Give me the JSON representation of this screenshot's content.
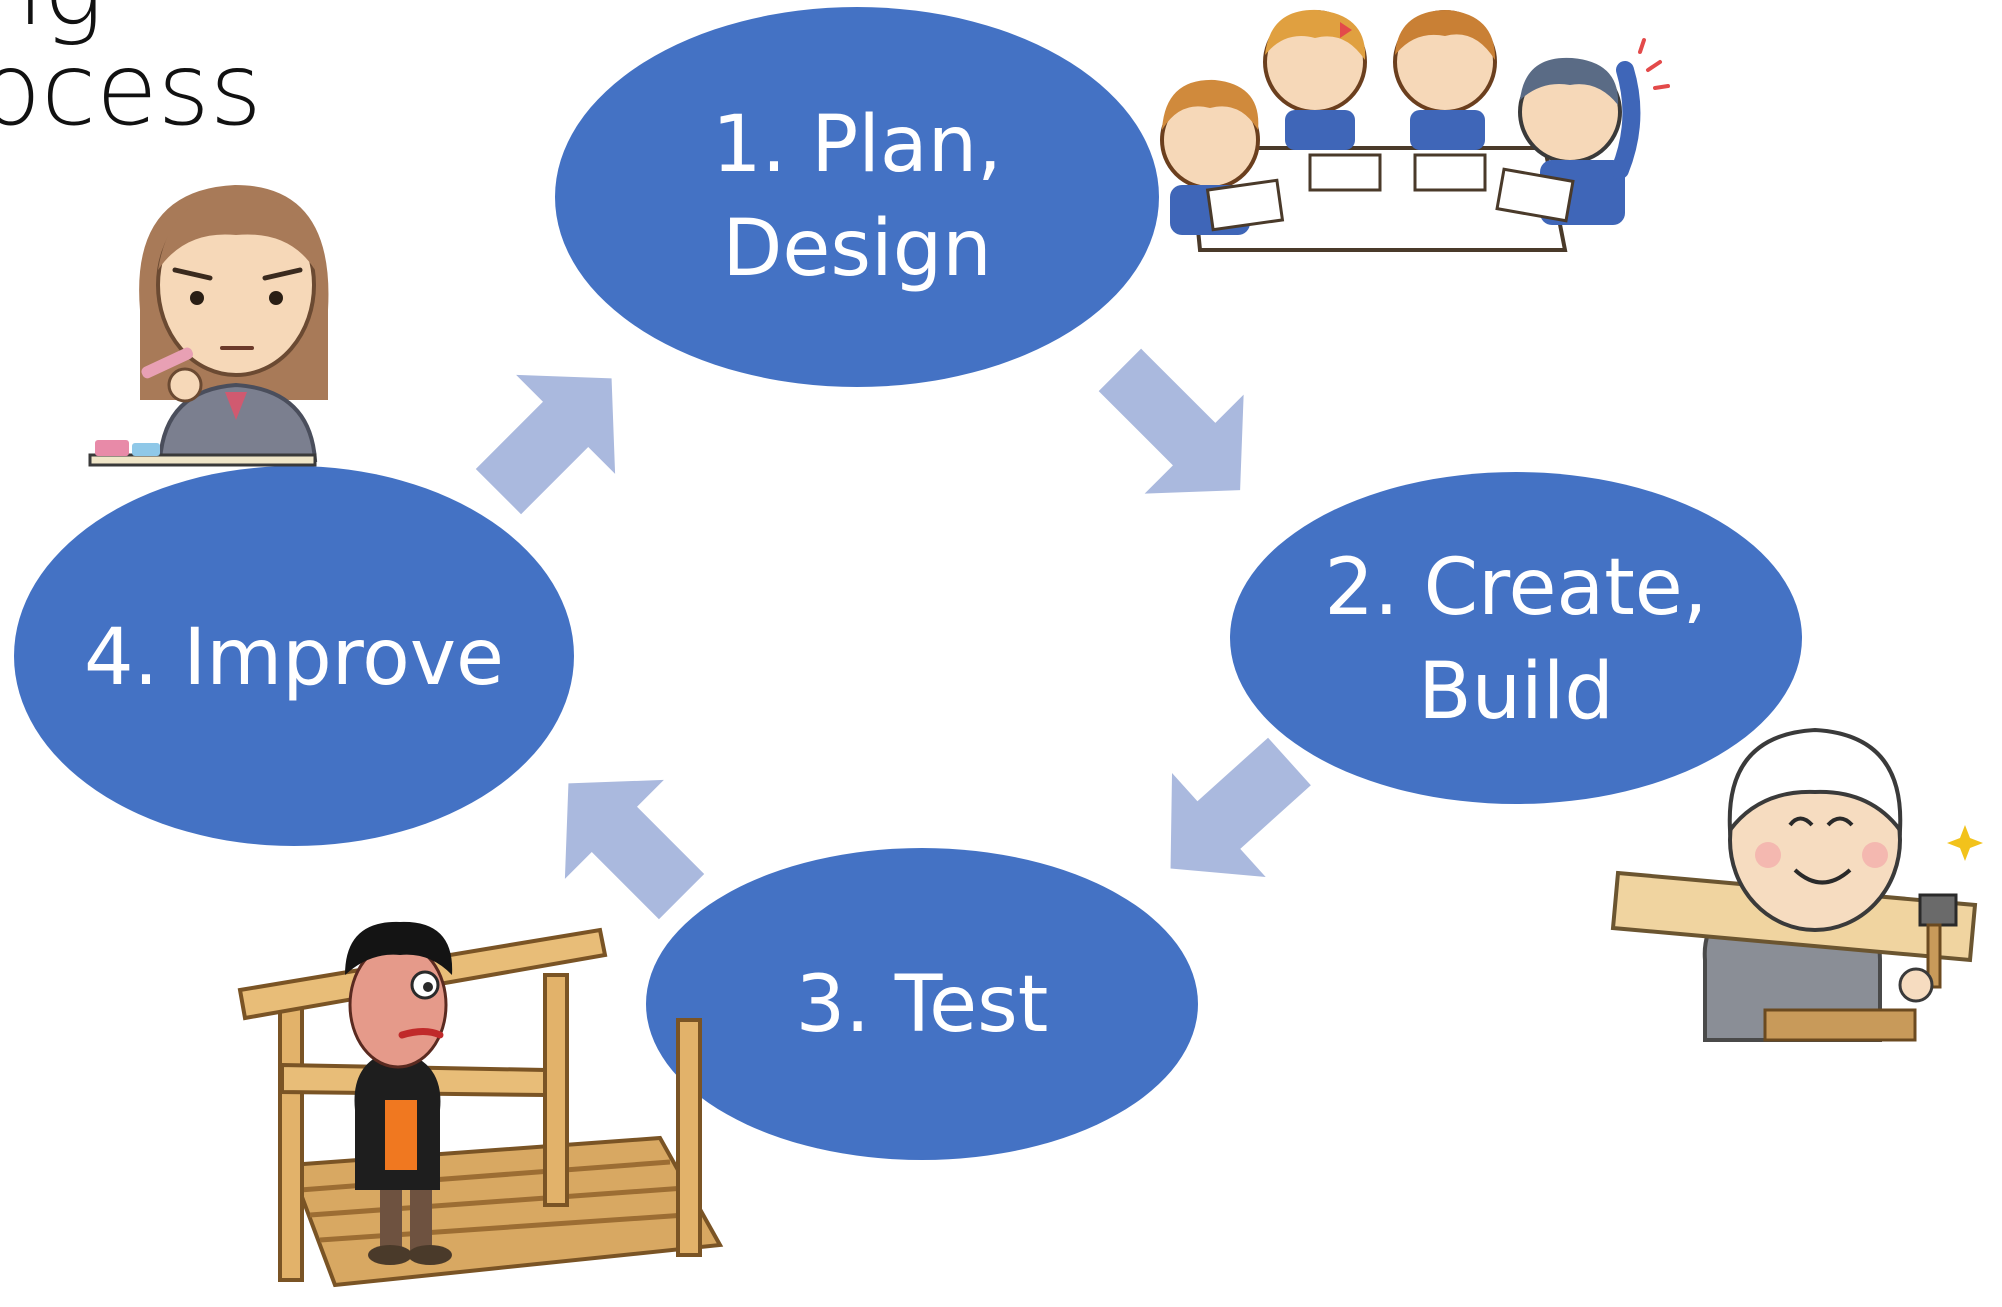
{
  "slide": {
    "title_lines": [
      "ng",
      "ocess"
    ]
  },
  "colors": {
    "node_fill": "#4472C4",
    "node_text": "#FFFFFF",
    "arrow_fill": "#AAB9DE"
  },
  "cycle": {
    "nodes": [
      {
        "id": "plan",
        "lines": [
          "1. Plan,",
          "Design"
        ]
      },
      {
        "id": "create",
        "lines": [
          "2. Create,",
          "Build"
        ]
      },
      {
        "id": "test",
        "lines": [
          "3. Test"
        ]
      },
      {
        "id": "improve",
        "lines": [
          "4. Improve"
        ]
      }
    ],
    "arrows": [
      {
        "from": "plan",
        "to": "create"
      },
      {
        "from": "create",
        "to": "test"
      },
      {
        "from": "test",
        "to": "improve"
      },
      {
        "from": "improve",
        "to": "plan"
      }
    ]
  },
  "illustrations": [
    {
      "name": "students-planning-illustration",
      "icon": "group-of-students-at-table"
    },
    {
      "name": "carpenter-illustration",
      "icon": "worker-carrying-plank"
    },
    {
      "name": "tester-illustration",
      "icon": "person-testing-wooden-frame"
    },
    {
      "name": "student-thinking-illustration",
      "icon": "student-with-pen-at-desk"
    }
  ]
}
